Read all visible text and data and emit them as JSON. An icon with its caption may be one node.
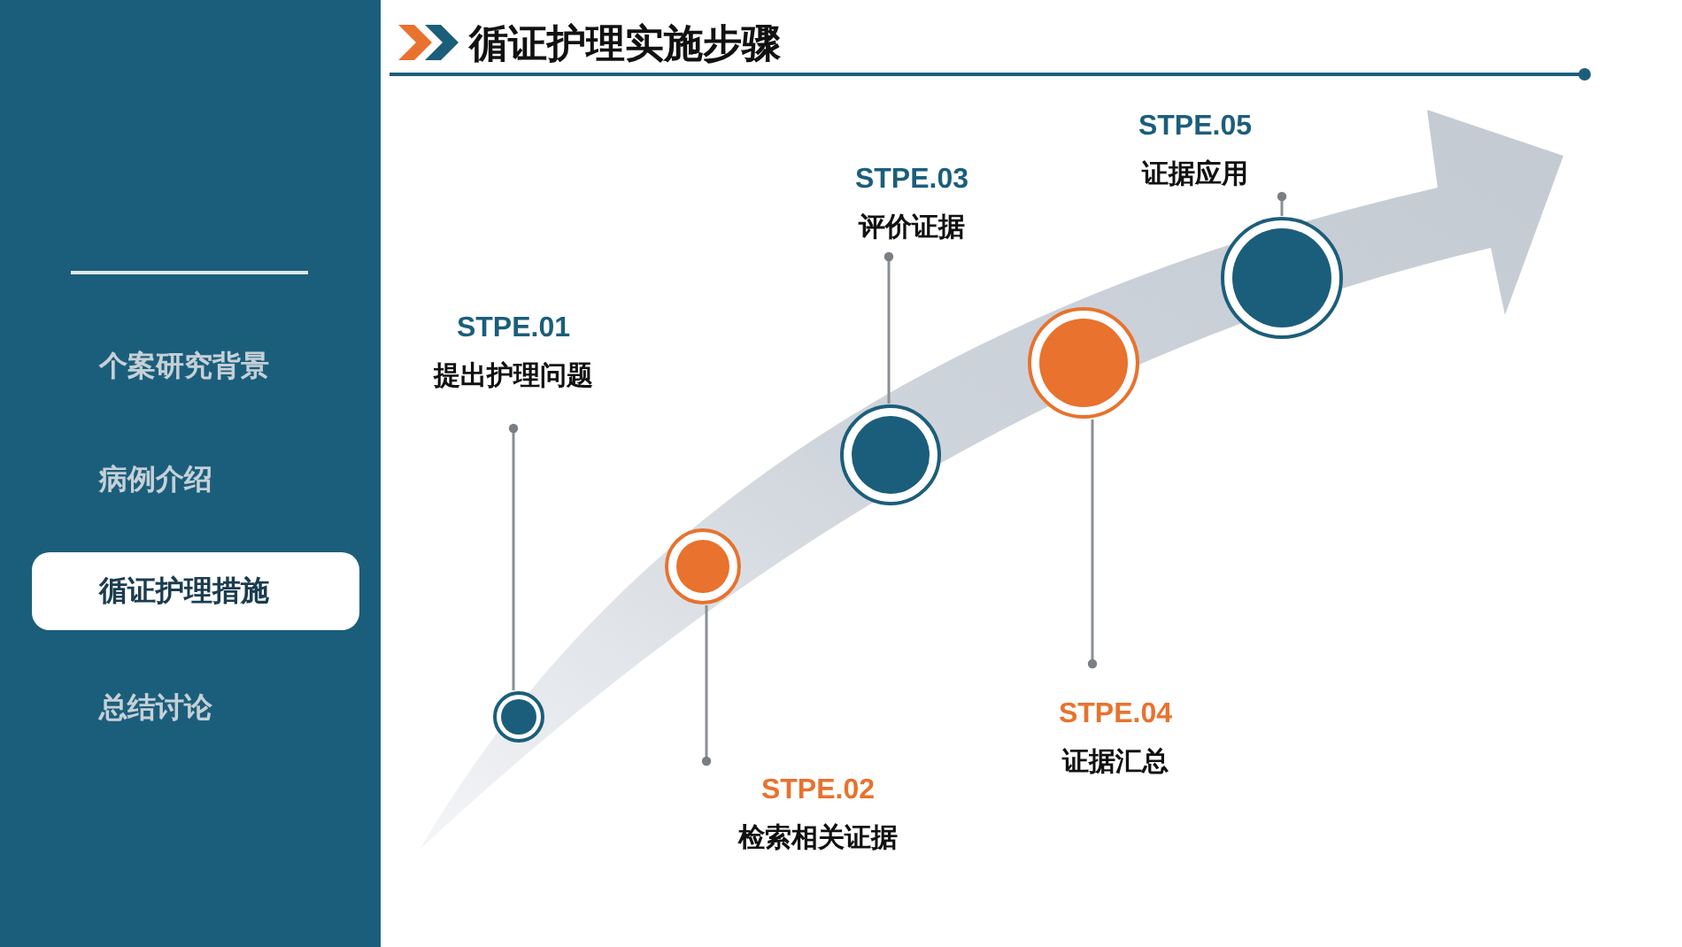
{
  "diagram": {
    "title": "循证护理实施步骤",
    "nodes": [
      {
        "text": [
          "循证护理措施"
        ]
      },
      {
        "text": [
          "STPE.01",
          "提出护理问题"
        ]
      },
      {
        "text": [],
        "shape": "circle"
      },
      {
        "text": [
          "STPE.02",
          "检索相关证据"
        ]
      },
      {
        "text": [],
        "shape": "circle"
      },
      {
        "text": [
          "STPE.03",
          "评价证据"
        ]
      },
      {
        "text": [],
        "shape": "circle"
      },
      {
        "text": [
          "STPE.04",
          "证据汇总"
        ]
      },
      {
        "text": [],
        "shape": "circle"
      },
      {
        "text": [
          "STPE.05",
          "证据应用"
        ]
      },
      {
        "text": [],
        "shape": "circle"
      }
    ],
    "edges": [
      {
        "from": 1,
        "to": 2,
        "arrow": "other"
      },
      {
        "from": 3,
        "to": 4,
        "arrow": "other"
      },
      {
        "from": 5,
        "to": 6,
        "arrow": "other"
      },
      {
        "from": 7,
        "to": 8,
        "arrow": "other"
      },
      {
        "from": 9,
        "to": 10,
        "arrow": "other"
      }
    ],
    "labels": [
      "个案研究背景",
      "病例介绍",
      "总结讨论"
    ]
  }
}
